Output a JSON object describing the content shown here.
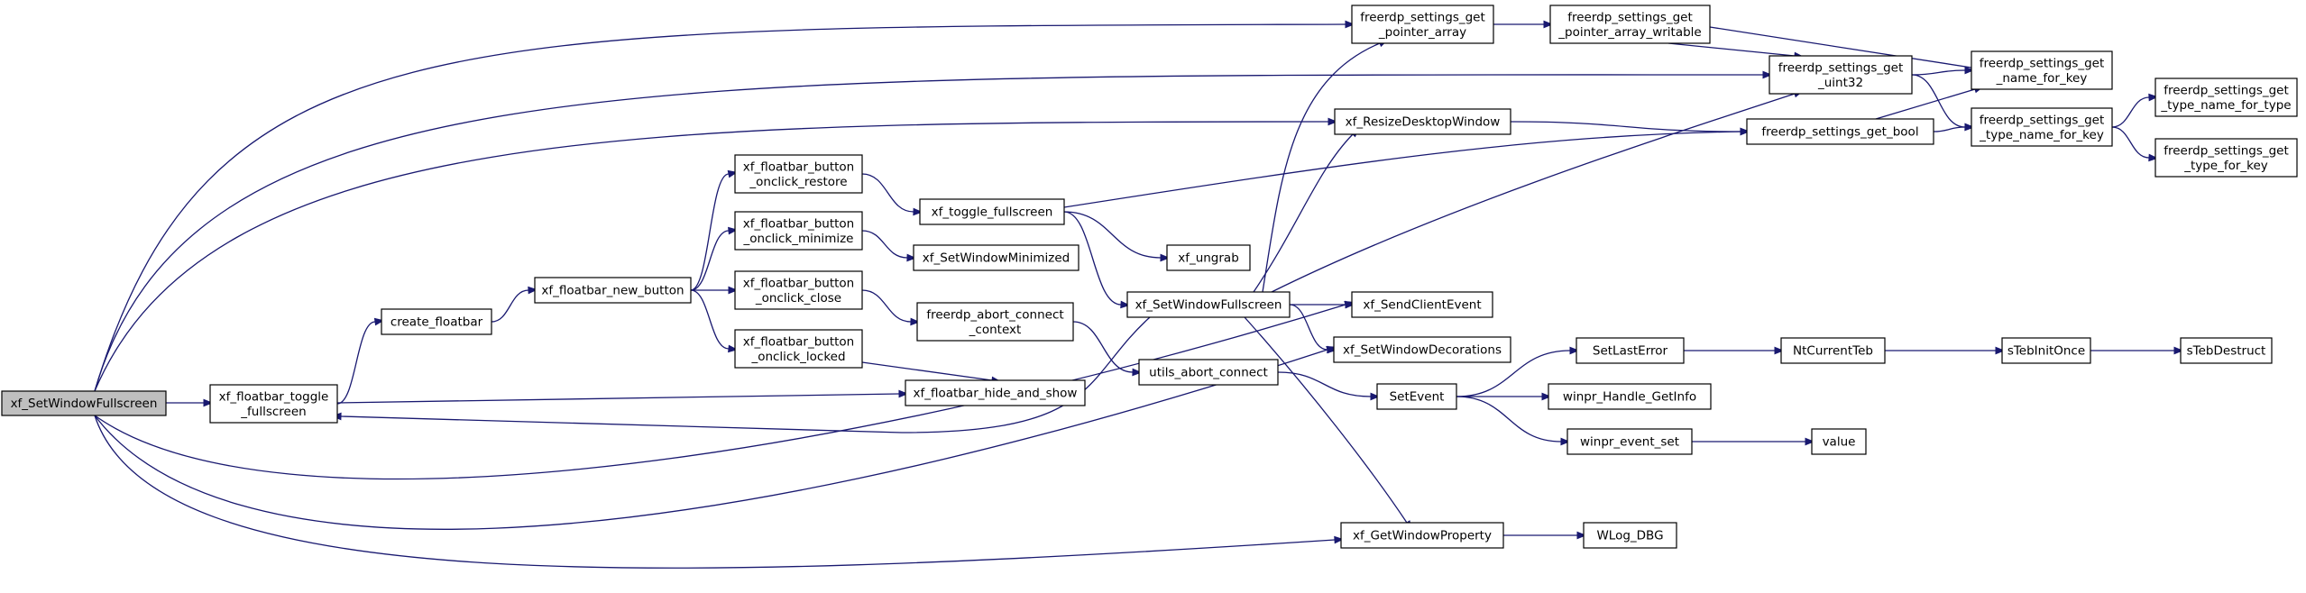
{
  "colors": {
    "edge": "#191970",
    "node_fill": "#ffffff",
    "root_fill": "#bfbfbf",
    "border": "#000000"
  },
  "nodes": {
    "root": {
      "lines": [
        "xf_SetWindowFullscreen"
      ],
      "root": true
    },
    "floatbar_toggle": {
      "lines": [
        "xf_floatbar_toggle",
        "_fullscreen"
      ]
    },
    "create_floatbar": {
      "lines": [
        "create_floatbar"
      ]
    },
    "floatbar_new_button": {
      "lines": [
        "xf_floatbar_new_button"
      ]
    },
    "onclick_restore": {
      "lines": [
        "xf_floatbar_button",
        "_onclick_restore"
      ]
    },
    "onclick_minimize": {
      "lines": [
        "xf_floatbar_button",
        "_onclick_minimize"
      ]
    },
    "onclick_close": {
      "lines": [
        "xf_floatbar_button",
        "_onclick_close"
      ]
    },
    "onclick_locked": {
      "lines": [
        "xf_floatbar_button",
        "_onclick_locked"
      ]
    },
    "toggle_fullscreen": {
      "lines": [
        "xf_toggle_fullscreen"
      ]
    },
    "set_window_minimized": {
      "lines": [
        "xf_SetWindowMinimized"
      ]
    },
    "abort_connect_context": {
      "lines": [
        "freerdp_abort_connect",
        "_context"
      ]
    },
    "floatbar_hide_and_show": {
      "lines": [
        "xf_floatbar_hide_and_show"
      ]
    },
    "ungrab": {
      "lines": [
        "xf_ungrab"
      ]
    },
    "set_window_fullscreen": {
      "lines": [
        "xf_SetWindowFullscreen"
      ]
    },
    "utils_abort_connect": {
      "lines": [
        "utils_abort_connect"
      ]
    },
    "get_pointer_array": {
      "lines": [
        "freerdp_settings_get",
        "_pointer_array"
      ]
    },
    "resize_desktop_window": {
      "lines": [
        "xf_ResizeDesktopWindow"
      ]
    },
    "send_client_event": {
      "lines": [
        "xf_SendClientEvent"
      ]
    },
    "set_window_decorations": {
      "lines": [
        "xf_SetWindowDecorations"
      ]
    },
    "get_window_property": {
      "lines": [
        "xf_GetWindowProperty"
      ]
    },
    "pointer_array_writable": {
      "lines": [
        "freerdp_settings_get",
        "_pointer_array_writable"
      ]
    },
    "get_uint32": {
      "lines": [
        "freerdp_settings_get",
        "_uint32"
      ]
    },
    "get_bool": {
      "lines": [
        "freerdp_settings_get_bool"
      ]
    },
    "set_event": {
      "lines": [
        "SetEvent"
      ]
    },
    "set_last_error": {
      "lines": [
        "SetLastError"
      ]
    },
    "handle_get_info": {
      "lines": [
        "winpr_Handle_GetInfo"
      ]
    },
    "winpr_event_set": {
      "lines": [
        "winpr_event_set"
      ]
    },
    "wlog_dbg": {
      "lines": [
        "WLog_DBG"
      ]
    },
    "get_name_for_key": {
      "lines": [
        "freerdp_settings_get",
        "_name_for_key"
      ]
    },
    "get_type_name_for_key": {
      "lines": [
        "freerdp_settings_get",
        "_type_name_for_key"
      ]
    },
    "nt_current_teb": {
      "lines": [
        "NtCurrentTeb"
      ]
    },
    "value": {
      "lines": [
        "value"
      ]
    },
    "type_name_for_type": {
      "lines": [
        "freerdp_settings_get",
        "_type_name_for_type"
      ]
    },
    "get_type_for_key": {
      "lines": [
        "freerdp_settings_get",
        "_type_for_key"
      ]
    },
    "steb_init_once": {
      "lines": [
        "sTebInitOnce"
      ]
    },
    "steb_destruct": {
      "lines": [
        "sTebDestruct"
      ]
    }
  },
  "edges": [
    [
      "root",
      "floatbar_toggle"
    ],
    [
      "root",
      "get_pointer_array"
    ],
    [
      "root",
      "get_uint32"
    ],
    [
      "root",
      "resize_desktop_window"
    ],
    [
      "root",
      "send_client_event"
    ],
    [
      "root",
      "set_window_decorations"
    ],
    [
      "root",
      "get_window_property"
    ],
    [
      "floatbar_toggle",
      "create_floatbar"
    ],
    [
      "floatbar_toggle",
      "floatbar_hide_and_show"
    ],
    [
      "create_floatbar",
      "floatbar_new_button"
    ],
    [
      "floatbar_new_button",
      "onclick_restore"
    ],
    [
      "floatbar_new_button",
      "onclick_minimize"
    ],
    [
      "floatbar_new_button",
      "onclick_close"
    ],
    [
      "floatbar_new_button",
      "onclick_locked"
    ],
    [
      "onclick_restore",
      "toggle_fullscreen"
    ],
    [
      "onclick_minimize",
      "set_window_minimized"
    ],
    [
      "onclick_close",
      "abort_connect_context"
    ],
    [
      "onclick_locked",
      "floatbar_hide_and_show"
    ],
    [
      "toggle_fullscreen",
      "get_bool"
    ],
    [
      "toggle_fullscreen",
      "ungrab"
    ],
    [
      "toggle_fullscreen",
      "set_window_fullscreen"
    ],
    [
      "abort_connect_context",
      "utils_abort_connect"
    ],
    [
      "utils_abort_connect",
      "set_event"
    ],
    [
      "set_window_fullscreen",
      "floatbar_toggle"
    ],
    [
      "set_window_fullscreen",
      "get_pointer_array"
    ],
    [
      "set_window_fullscreen",
      "resize_desktop_window"
    ],
    [
      "set_window_fullscreen",
      "get_uint32"
    ],
    [
      "set_window_fullscreen",
      "send_client_event"
    ],
    [
      "set_window_fullscreen",
      "set_window_decorations"
    ],
    [
      "set_window_fullscreen",
      "get_window_property"
    ],
    [
      "get_pointer_array",
      "pointer_array_writable"
    ],
    [
      "pointer_array_writable",
      "get_uint32"
    ],
    [
      "pointer_array_writable",
      "get_name_for_key"
    ],
    [
      "resize_desktop_window",
      "get_bool"
    ],
    [
      "get_uint32",
      "get_name_for_key"
    ],
    [
      "get_uint32",
      "get_type_name_for_key"
    ],
    [
      "get_bool",
      "get_name_for_key"
    ],
    [
      "get_bool",
      "get_type_name_for_key"
    ],
    [
      "get_type_name_for_key",
      "type_name_for_type"
    ],
    [
      "get_type_name_for_key",
      "get_type_for_key"
    ],
    [
      "get_window_property",
      "wlog_dbg"
    ],
    [
      "set_event",
      "set_last_error"
    ],
    [
      "set_event",
      "handle_get_info"
    ],
    [
      "set_event",
      "winpr_event_set"
    ],
    [
      "set_last_error",
      "nt_current_teb"
    ],
    [
      "nt_current_teb",
      "steb_init_once"
    ],
    [
      "steb_init_once",
      "steb_destruct"
    ],
    [
      "winpr_event_set",
      "value"
    ]
  ]
}
